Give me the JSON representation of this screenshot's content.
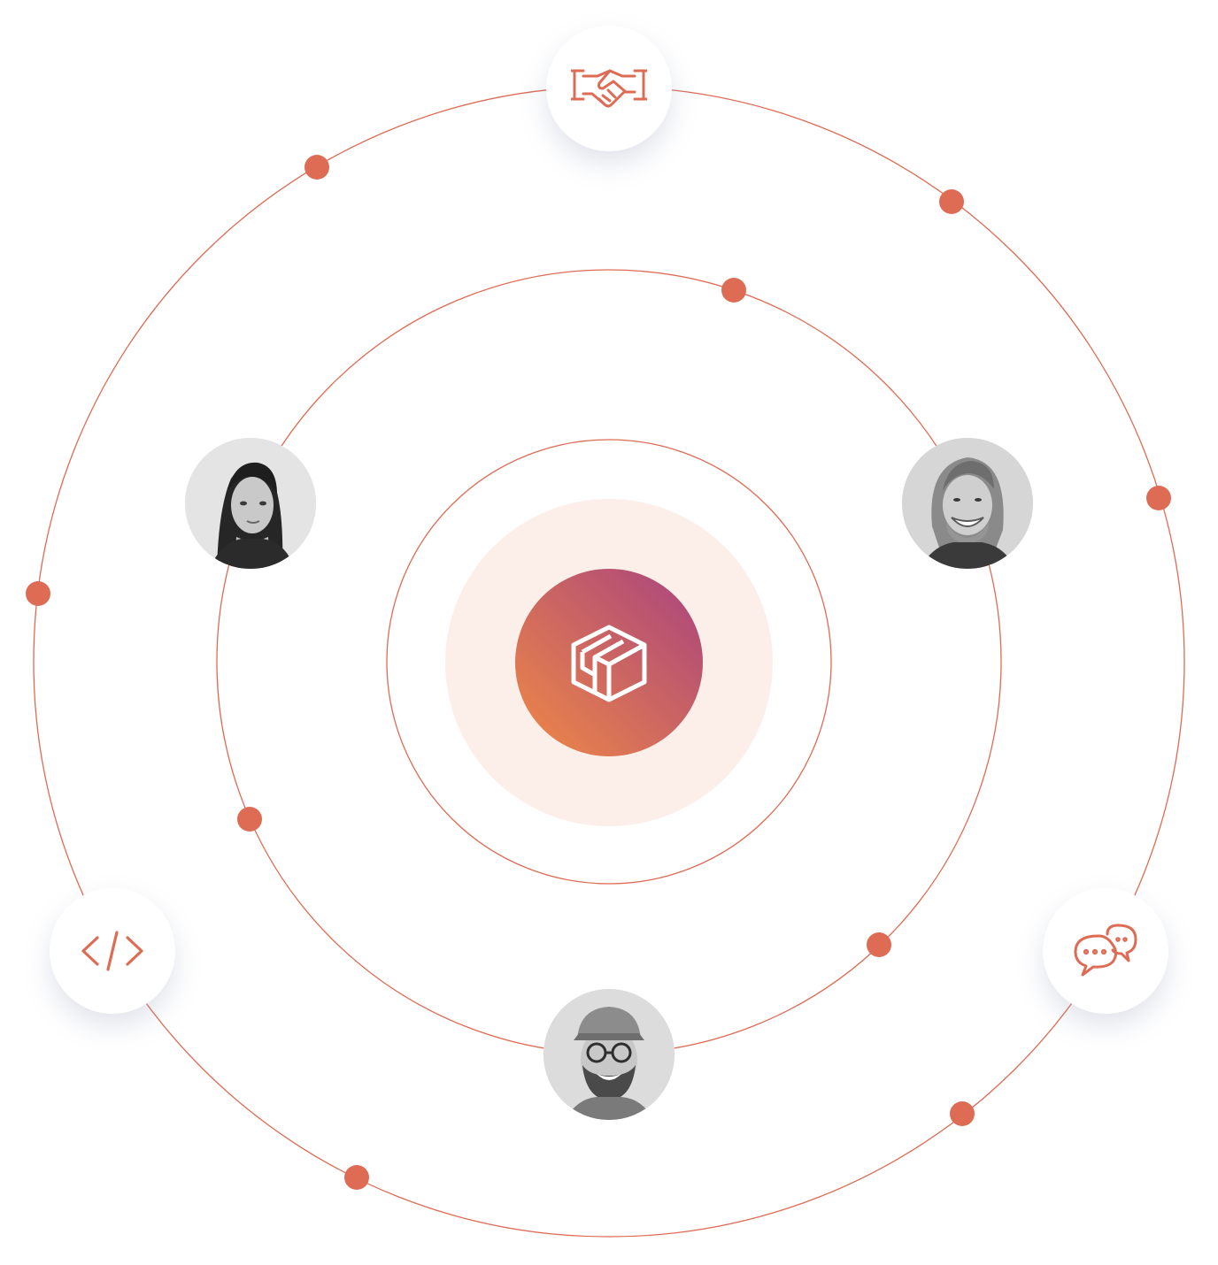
{
  "colors": {
    "accent": "#de6c55",
    "halo": "#fcefea",
    "core_start": "#f08a45",
    "core_end": "#a8427f",
    "background": "#ffffff"
  },
  "center": {
    "icon": "layered-cube-logo-icon"
  },
  "orbit_icons": [
    {
      "name": "handshake-icon"
    },
    {
      "name": "code-brackets-icon"
    },
    {
      "name": "chat-bubbles-icon"
    }
  ],
  "people": [
    {
      "name": "avatar-woman"
    },
    {
      "name": "avatar-man-long-hair"
    },
    {
      "name": "avatar-man-cap-glasses"
    }
  ]
}
